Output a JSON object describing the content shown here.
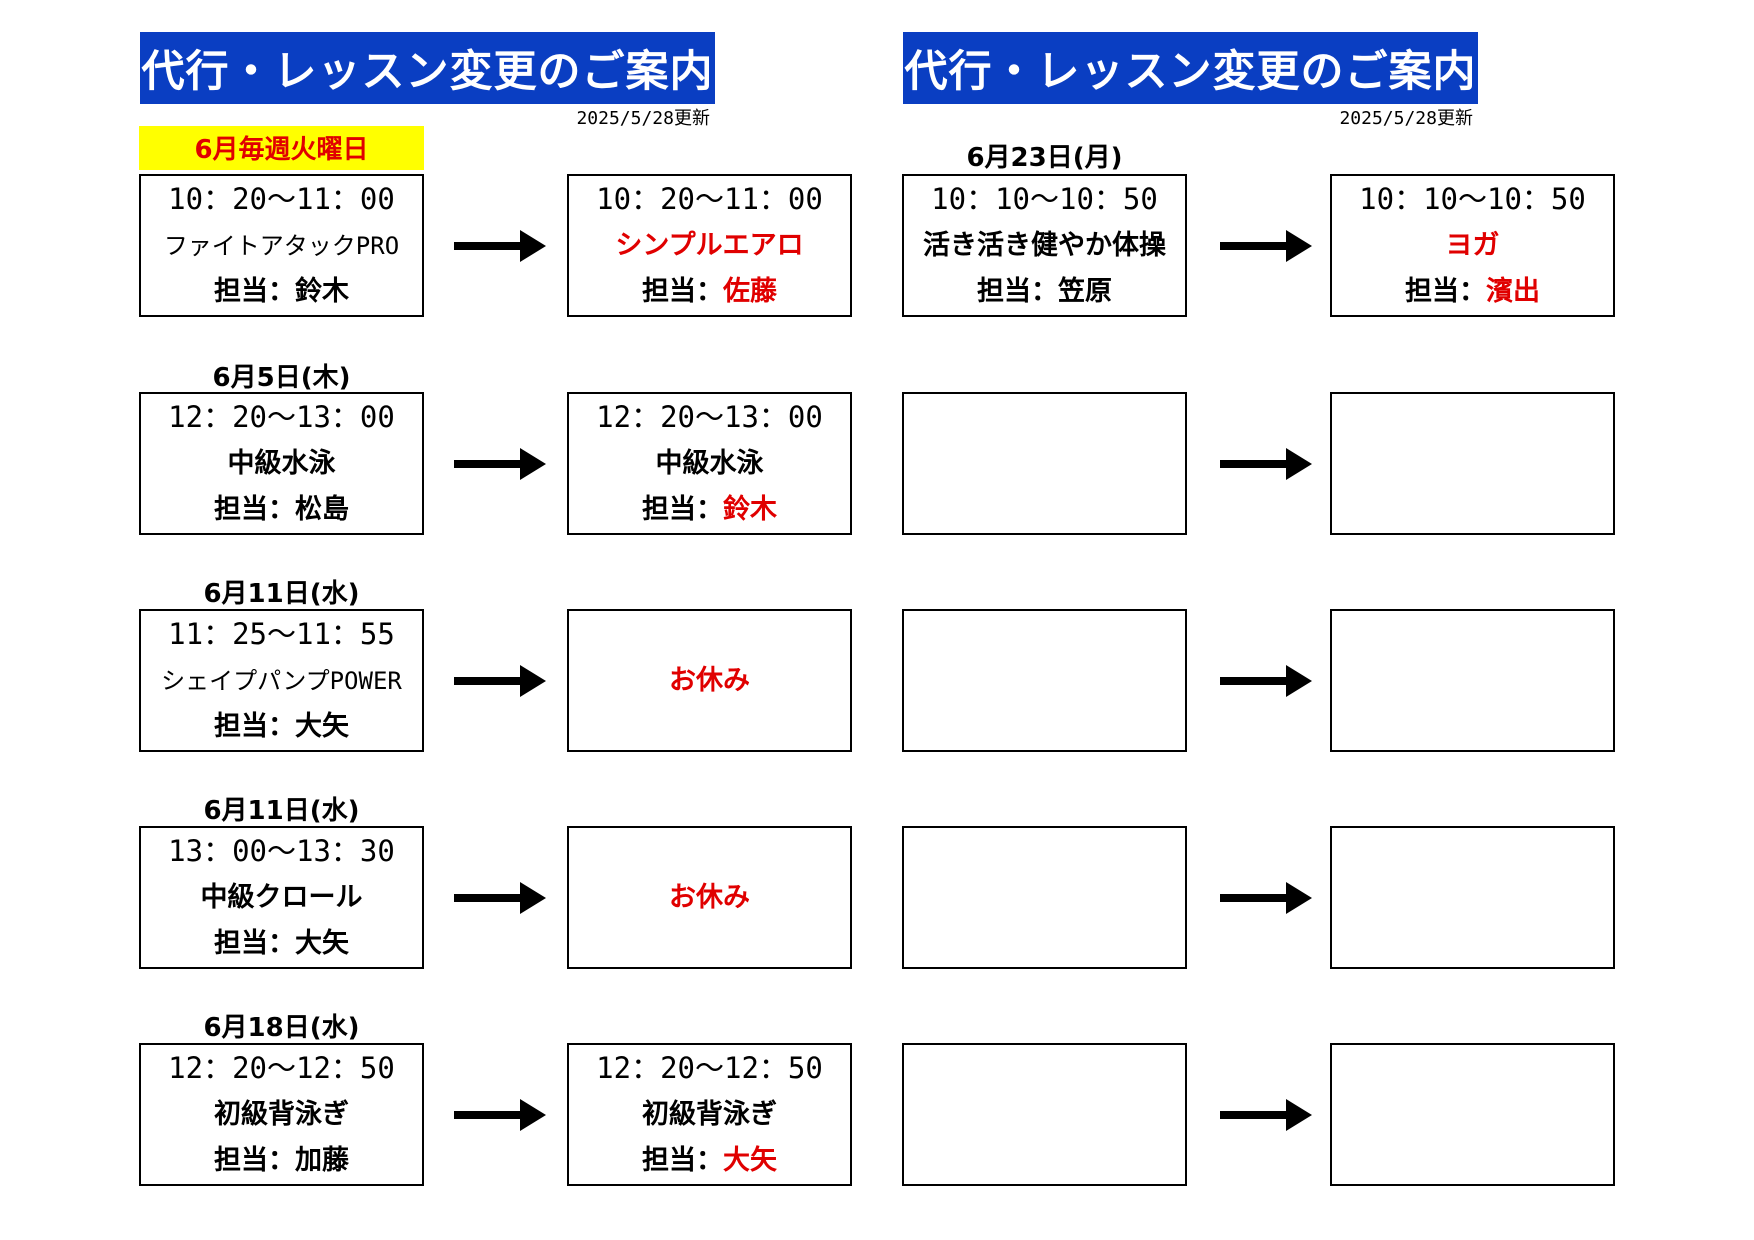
{
  "left_panel": {
    "title": "●代行・レッスン変更のご案内●",
    "updated": "2025/5/28更新",
    "rows": [
      {
        "date": "6月毎週火曜日",
        "date_highlight": true,
        "before": {
          "time": "10：20～11：00",
          "lesson": "ファイトアタックPRO",
          "staff_label": "担当：",
          "staff": "鈴木"
        },
        "after": {
          "time": "10：20～11：00",
          "lesson": "シンプルエアロ",
          "staff_label": "担当：",
          "staff": "佐藤"
        }
      },
      {
        "date": "6月5日(木)",
        "before": {
          "time": "12：20～13：00",
          "lesson": "中級水泳",
          "staff_label": "担当：",
          "staff": "松島"
        },
        "after": {
          "time": "12：20～13：00",
          "lesson": "中級水泳",
          "staff_label": "担当：",
          "staff": "鈴木"
        }
      },
      {
        "date": "6月11日(水)",
        "before": {
          "time": "11：25～11：55",
          "lesson": "シェイプパンプPOWER",
          "staff_label": "担当：",
          "staff": "大矢"
        },
        "after": {
          "status": "お休み"
        }
      },
      {
        "date": "6月11日(水)",
        "before": {
          "time": "13：00～13：30",
          "lesson": "中級クロール",
          "staff_label": "担当：",
          "staff": "大矢"
        },
        "after": {
          "status": "お休み"
        }
      },
      {
        "date": "6月18日(水)",
        "before": {
          "time": "12：20～12：50",
          "lesson": "初級背泳ぎ",
          "staff_label": "担当：",
          "staff": "加藤"
        },
        "after": {
          "time": "12：20～12：50",
          "lesson": "初級背泳ぎ",
          "staff_label": "担当：",
          "staff": "大矢"
        }
      }
    ]
  },
  "right_panel": {
    "title": "●代行・レッスン変更のご案内●",
    "updated": "2025/5/28更新",
    "rows": [
      {
        "date": "6月23日(月)",
        "before": {
          "time": "10：10～10：50",
          "lesson": "活き活き健やか体操",
          "staff_label": "担当：",
          "staff": "笠原"
        },
        "after": {
          "time": "10：10～10：50",
          "lesson": "ヨガ",
          "staff_label": "担当：",
          "staff": "濱出"
        }
      },
      {
        "date": ""
      },
      {
        "date": ""
      },
      {
        "date": ""
      },
      {
        "date": ""
      }
    ]
  },
  "colors": {
    "header_bg": "#0a3ec2",
    "changed_text": "#e00000",
    "highlight_bg": "#ffff00"
  }
}
